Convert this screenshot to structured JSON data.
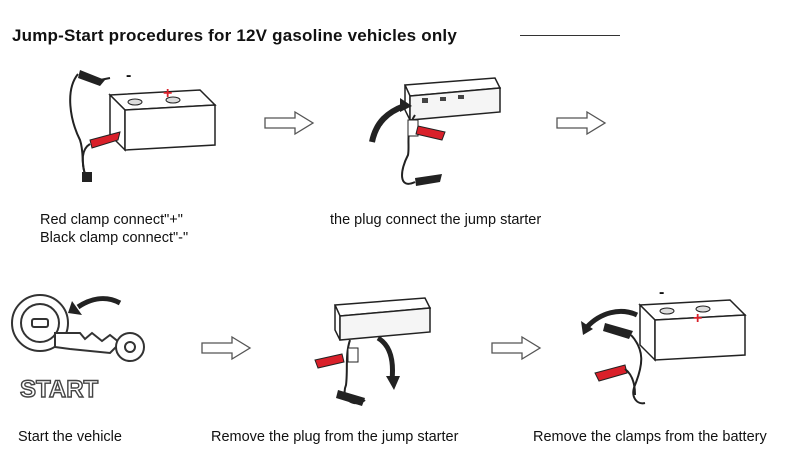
{
  "title": "Jump-Start procedures for 12V gasoline vehicles only",
  "steps": [
    {
      "caption_lines": [
        "Red clamp connect\"+\"",
        "Black clamp connect\"-\""
      ]
    },
    {
      "caption_lines": [
        "the plug connect the jump starter"
      ]
    },
    {
      "caption_lines": [
        "Start the vehicle"
      ]
    },
    {
      "caption_lines": [
        "Remove the plug from the jump starter"
      ]
    },
    {
      "caption_lines": [
        "Remove the clamps from the battery"
      ]
    }
  ],
  "battery_labels": {
    "negative": "-",
    "positive": "+"
  },
  "key_label": "START",
  "colors": {
    "red": "#d9202a",
    "ink": "#1a1a1a",
    "arrow_outline": "#555555"
  }
}
